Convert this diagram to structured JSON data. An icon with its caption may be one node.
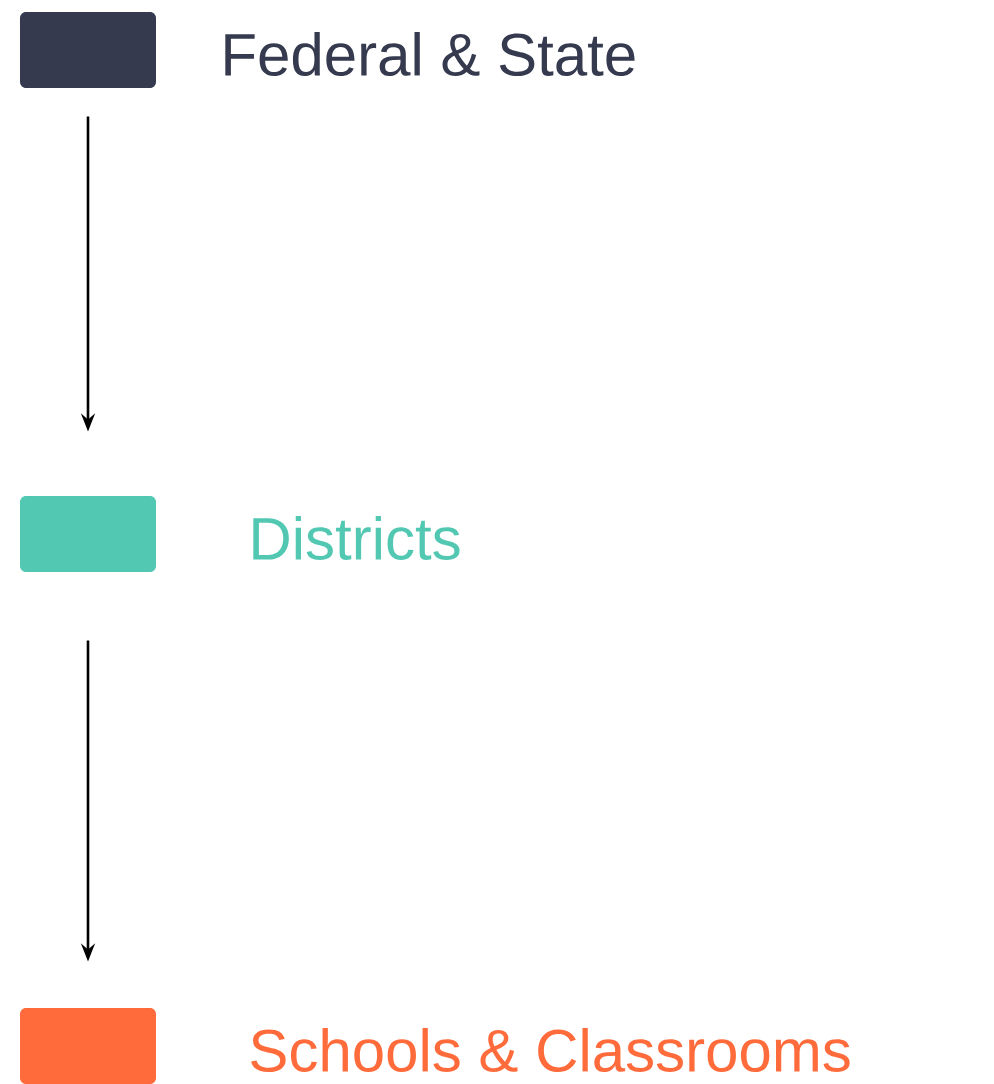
{
  "diagram": {
    "nodes": [
      {
        "text": [],
        "shape": "box",
        "beside": [
          "Federal & State"
        ]
      },
      {
        "text": [],
        "shape": "box",
        "beside": [
          "Districts"
        ]
      },
      {
        "text": [],
        "shape": "box",
        "beside": [
          "Schools & Classrooms"
        ]
      }
    ],
    "edges": [
      {
        "from": 0,
        "to": 1,
        "arrow": "to"
      },
      {
        "from": 1,
        "to": 2,
        "arrow": "to"
      }
    ]
  }
}
